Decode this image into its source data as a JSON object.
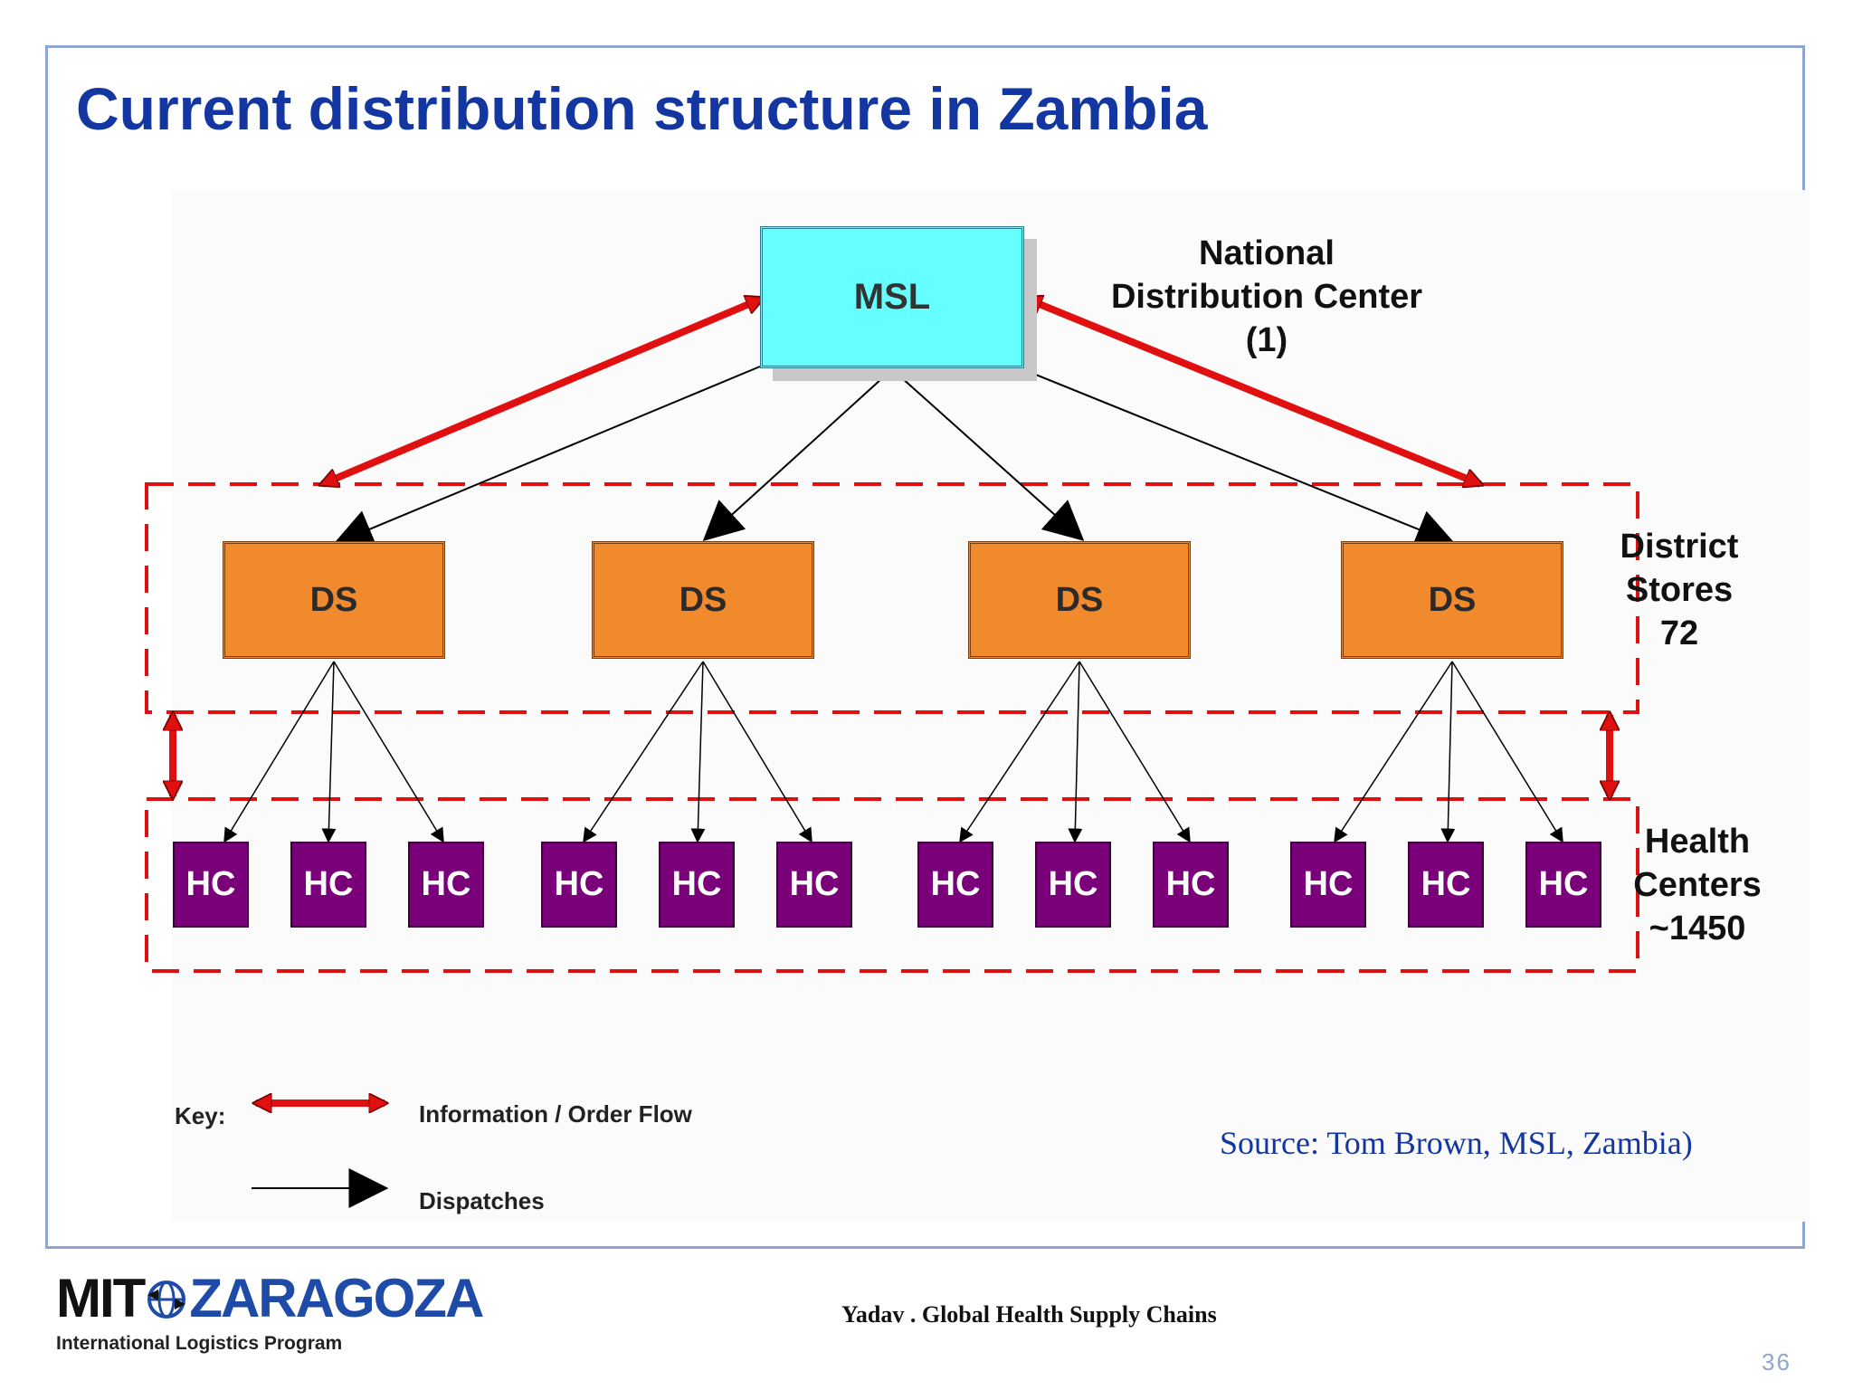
{
  "title": "Current distribution structure in Zambia",
  "diagram": {
    "top_node": "MSL",
    "district_nodes": [
      "DS",
      "DS",
      "DS",
      "DS"
    ],
    "health_center_nodes": [
      "HC",
      "HC",
      "HC",
      "HC",
      "HC",
      "HC",
      "HC",
      "HC",
      "HC",
      "HC",
      "HC",
      "HC"
    ],
    "levels": {
      "national": [
        "National",
        "Distribution Center",
        "(1)"
      ],
      "district": [
        "District",
        "Stores",
        "72"
      ],
      "health": [
        "Health",
        "Centers",
        "~1450"
      ]
    },
    "colors": {
      "msl": "#66ffff",
      "ds": "#f08a2c",
      "hc": "#7a007a",
      "info_flow": "#e01010",
      "dispatch": "#000000",
      "title": "#1436a0"
    }
  },
  "key": {
    "label": "Key:",
    "info_flow": "Information / Order Flow",
    "dispatches": "Dispatches"
  },
  "source": "Source: Tom Brown, MSL, Zambia)",
  "footer": {
    "citation": "Yadav . Global Health Supply Chains",
    "logo_left": "MIT",
    "logo_right": "ZARAGOZA",
    "logo_sub": "International Logistics Program",
    "page_number": "36"
  }
}
